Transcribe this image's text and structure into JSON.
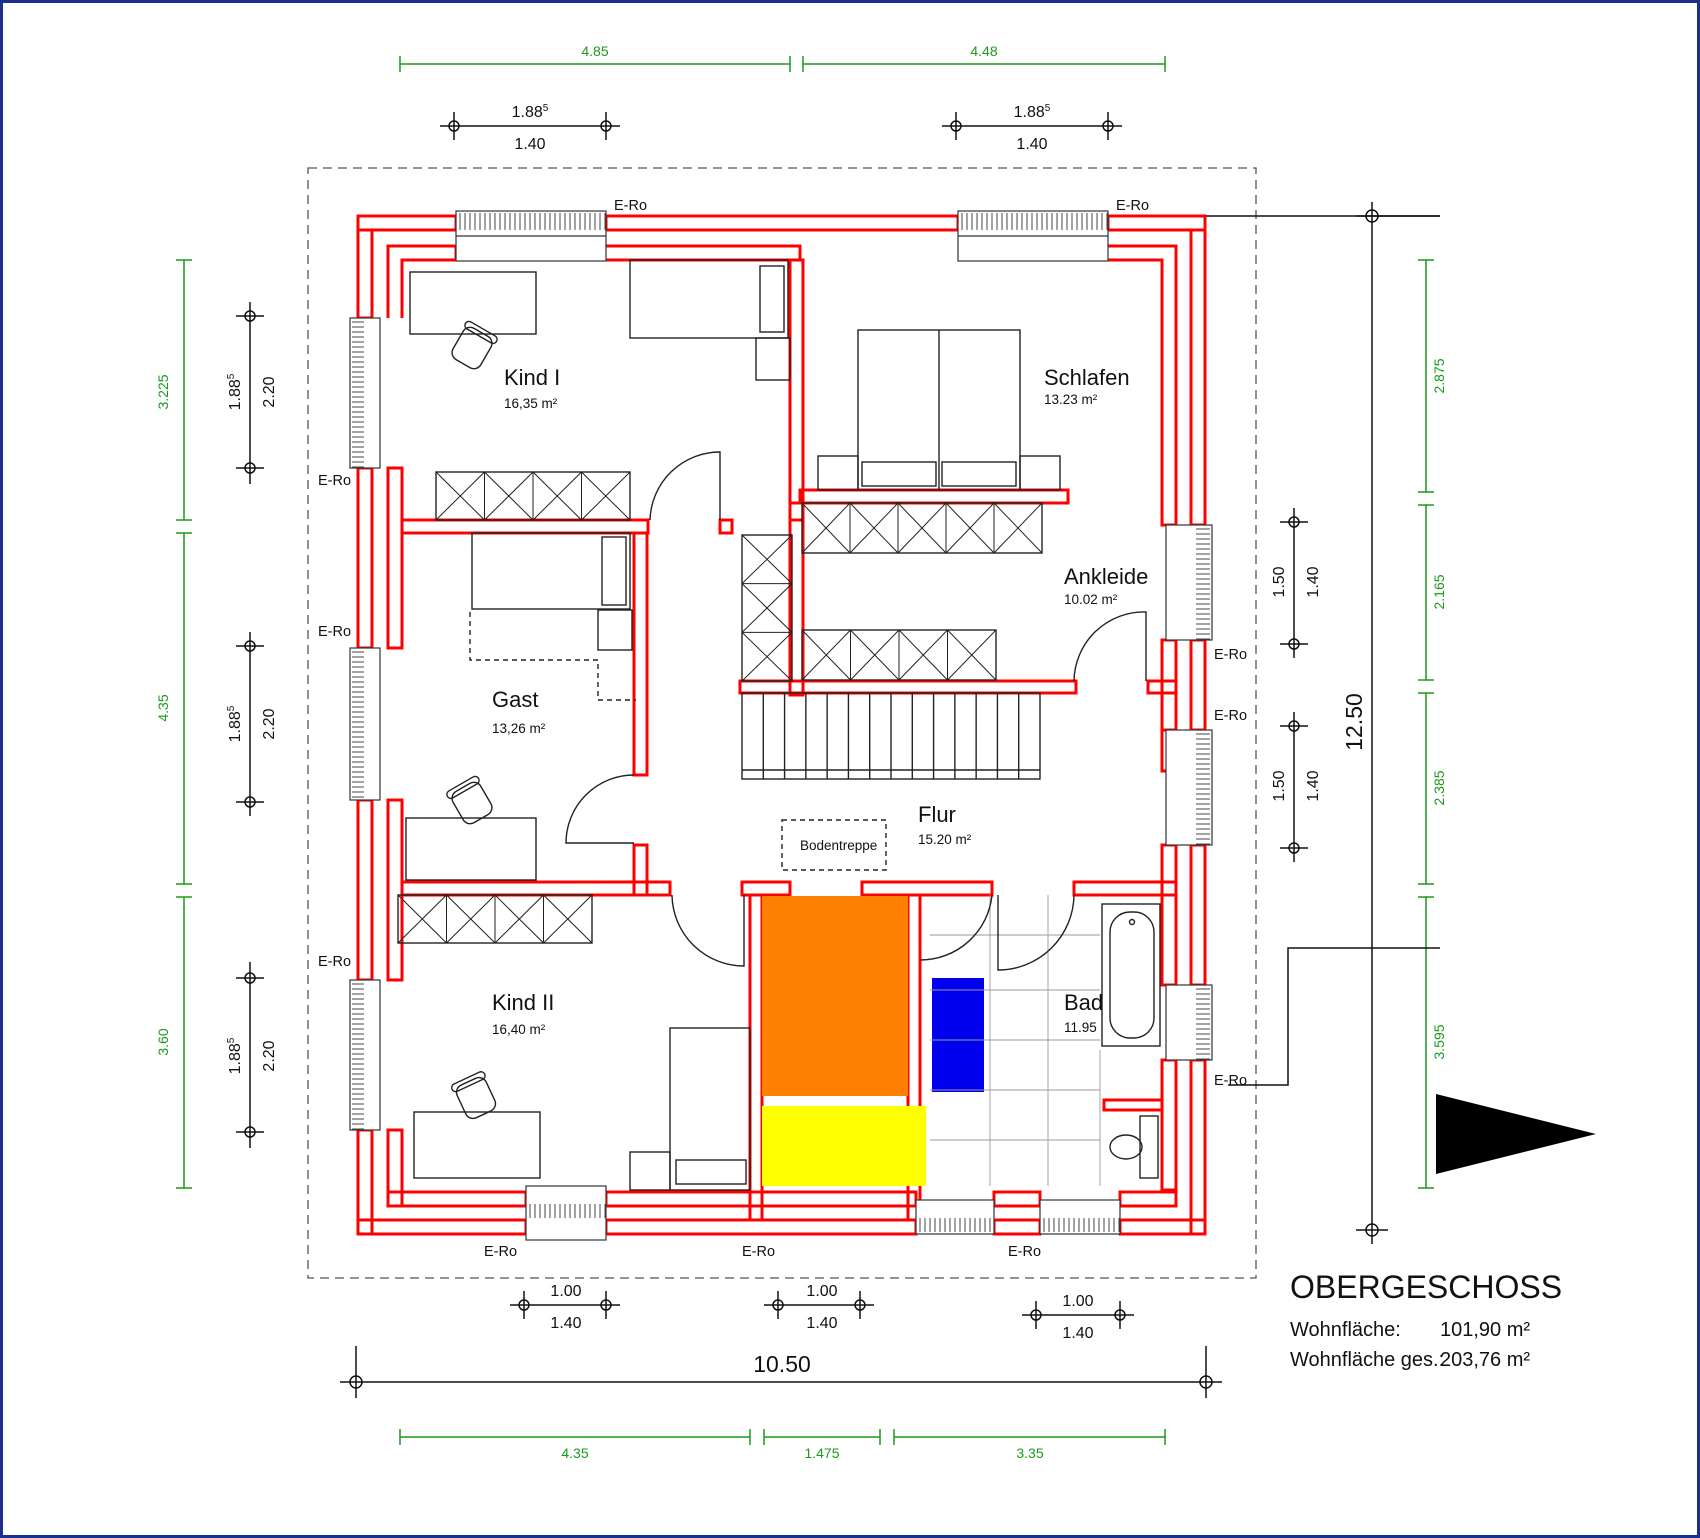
{
  "title": "OBERGESCHOSS",
  "area": {
    "label1": "Wohnfläche:",
    "value1": "101,90 m²",
    "label2": "Wohnfläche ges.:",
    "value2": "203,76 m²"
  },
  "rooms": [
    {
      "name": "Kind I",
      "area": "16,35 m²"
    },
    {
      "name": "Schlafen",
      "area": "13.23 m²"
    },
    {
      "name": "Ankleide",
      "area": "10.02 m²"
    },
    {
      "name": "Gast",
      "area": "13,26 m²"
    },
    {
      "name": "Flur",
      "area": "15.20 m²"
    },
    {
      "name": "Kind II",
      "area": "16,40 m²"
    },
    {
      "name": "Bad",
      "area": "11.95"
    }
  ],
  "bodentreppe": "Bodentreppe",
  "eroller": "E-Ro",
  "dims": {
    "top_green": [
      "4.85",
      "4.48"
    ],
    "top_window_upper": "1.88",
    "top_window_sup": "5",
    "top_window_lower": "1.40",
    "left_green": [
      "3.225",
      "4.35",
      "3.60"
    ],
    "left_window_a": "1.88",
    "left_window_sup": "5",
    "left_window_b": "2.20",
    "right_green": [
      "2.875",
      "2.165",
      "2.385",
      "3.595"
    ],
    "right_window_a": "1.50",
    "right_window_b": "1.40",
    "total_height": "12.50",
    "total_width": "10.50",
    "bottom_window_upper": "1.00",
    "bottom_window_lower": "1.40",
    "bottom_green": [
      "4.35",
      "1.475",
      "3.35"
    ]
  },
  "colors": {
    "wall": "#ff0000",
    "dim_green": "#1a9a1a",
    "border": "#1b2f8f",
    "orange": "#ff7f00",
    "yellow": "#ffff00",
    "blue": "#0000ee"
  }
}
